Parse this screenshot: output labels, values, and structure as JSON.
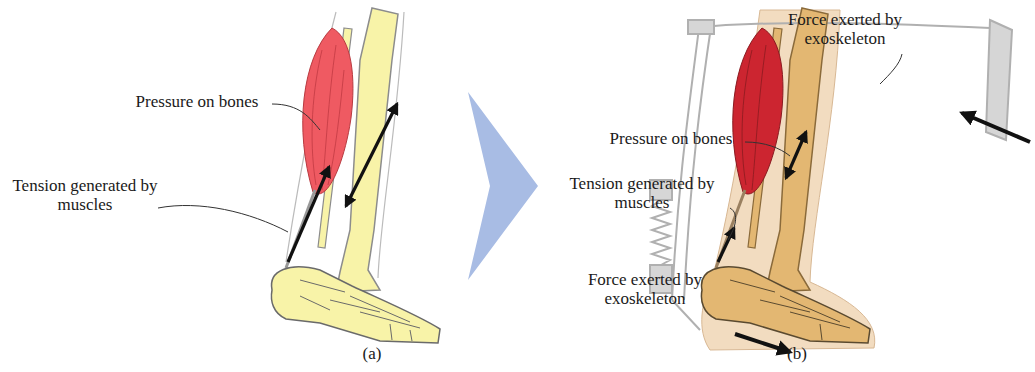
{
  "diagram": {
    "labels": [
      "Pressure on bones",
      "Tension generated by muscles",
      "Force exerted by exoskeleton",
      "Pressure on bones",
      "Tension generated by muscles",
      "Force exerted by exoskeleton",
      "(a)",
      "(b)"
    ]
  }
}
